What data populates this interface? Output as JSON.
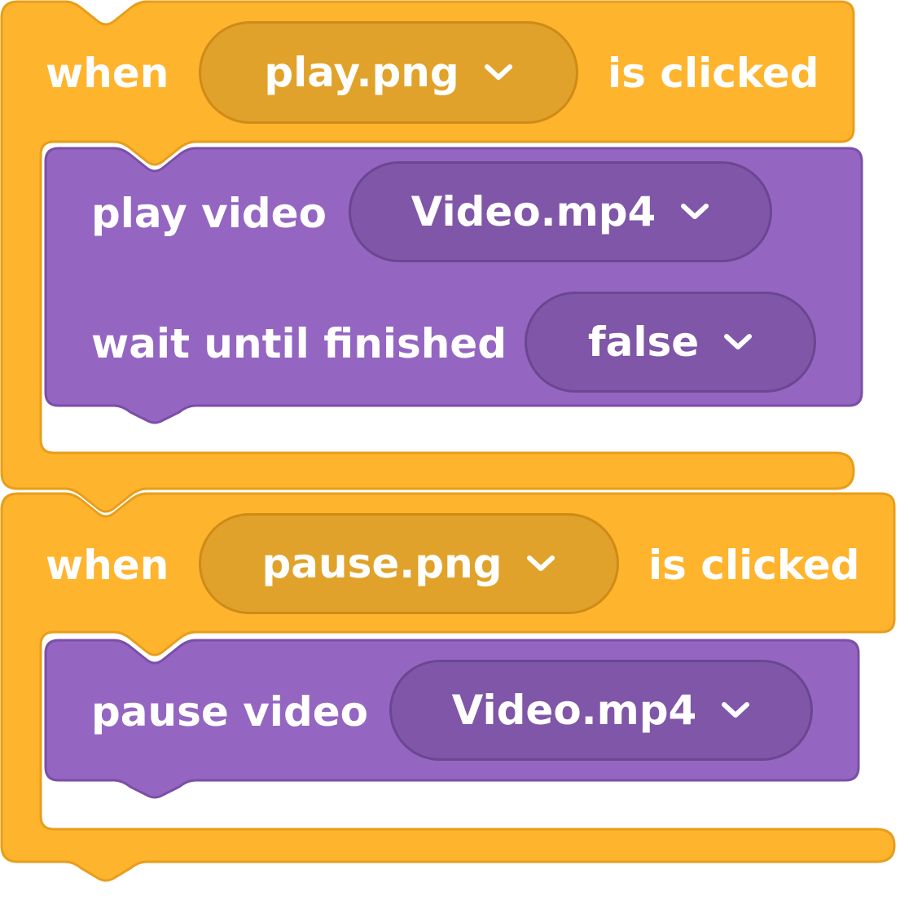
{
  "colors": {
    "event_block": "#FFB42E",
    "event_border": "#E89E1B",
    "event_dropdown": "#E0A22A",
    "event_dropdown_border": "#CF8B17",
    "video_block": "#9466C2",
    "video_border": "#7A4FA8",
    "video_dropdown": "#7F56A8",
    "video_dropdown_border": "#6B4691",
    "text": "#FFFFFF"
  },
  "scripts": [
    {
      "hat": {
        "when_label": "when",
        "sprite_value": "play.png",
        "clicked_label": "is clicked"
      },
      "play_block": {
        "label": "play video",
        "video_value": "Video.mp4",
        "wait_label": "wait until finished",
        "wait_value": "false"
      }
    },
    {
      "hat": {
        "when_label": "when",
        "sprite_value": "pause.png",
        "clicked_label": "is clicked"
      },
      "pause_block": {
        "label": "pause video",
        "video_value": "Video.mp4"
      }
    }
  ],
  "icons": {
    "dropdown": "chevron-down-icon"
  }
}
